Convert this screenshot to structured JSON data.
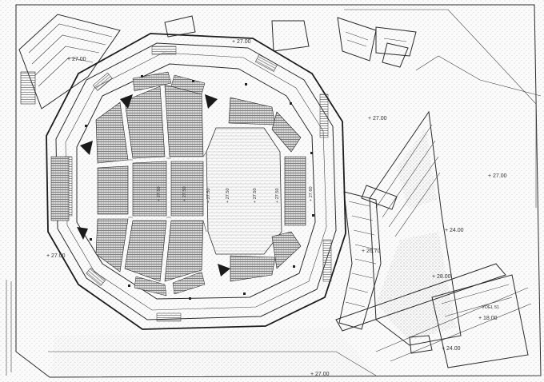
{
  "drawing": {
    "type": "architectural site plan — concert hall / auditorium",
    "colors": {
      "paper": "#fbfbfb",
      "line": "#2c2c2c",
      "seating": "#9a9a9a",
      "hatch": "#c9c9c9",
      "dark": "#1a1a1a"
    }
  },
  "levels": {
    "top_center": "+ 27.00",
    "top_left": "+ 27.00",
    "right_upper": "+ 27.00",
    "far_right": "+ 27.00",
    "left": "+ 27.00",
    "terrace": "+ 26.70",
    "ramp_upper": "+ 24.00",
    "ramp_lower": "+ 28.00",
    "bottom": "+ 27.00",
    "corner": "+ 24.00",
    "station_label": "VOEL 51",
    "station_level": "+ 18.00"
  },
  "hall_levels": {
    "l1": "+ 27.50",
    "l2": "+ 27.50",
    "l3": "+ 27.50",
    "l4": "+ 27.50",
    "l5": "+ 27.50",
    "l6": "+ 27.50",
    "l7": "+ 27.60"
  }
}
